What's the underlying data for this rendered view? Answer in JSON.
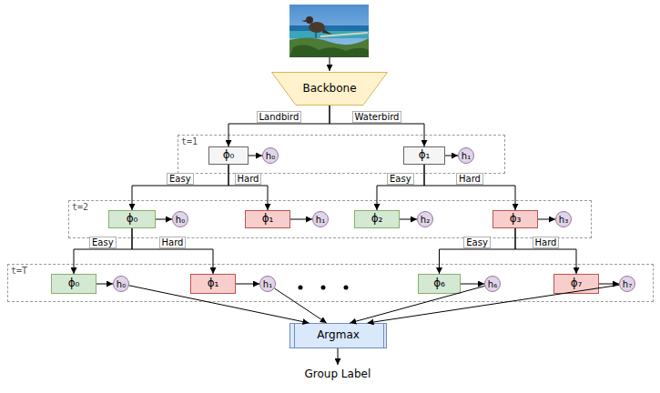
{
  "diagram": {
    "nodes": [
      {
        "text": [
          "Backbone"
        ]
      },
      {
        "text": [
          "t=1"
        ]
      },
      {
        "text": [
          "ϕ₀"
        ],
        "in": 1
      },
      {
        "text": [
          "h₀"
        ],
        "in": 1
      },
      {
        "text": [
          "ϕ₁"
        ],
        "in": 1
      },
      {
        "text": [
          "h₁"
        ],
        "in": 1
      },
      {
        "text": [
          "t=2"
        ]
      },
      {
        "text": [
          "ϕ₀"
        ],
        "in": 6
      },
      {
        "text": [
          "h₀"
        ],
        "in": 6
      },
      {
        "text": [
          "ϕ₁"
        ],
        "in": 6
      },
      {
        "text": [
          "h₁"
        ],
        "in": 6
      },
      {
        "text": [
          "ϕ₂"
        ],
        "in": 6
      },
      {
        "text": [
          "h₂"
        ],
        "in": 6
      },
      {
        "text": [
          "ϕ₃"
        ],
        "in": 6
      },
      {
        "text": [
          "h₃"
        ],
        "in": 6
      },
      {
        "text": [
          "t=T"
        ]
      },
      {
        "text": [
          "ϕ₀"
        ],
        "in": 15
      },
      {
        "text": [
          "h₀"
        ],
        "in": 15
      },
      {
        "text": [
          "ϕ₁"
        ],
        "in": 15
      },
      {
        "text": [
          "h₁"
        ],
        "in": 15
      },
      {
        "text": [
          "ϕ₆"
        ],
        "in": 15
      },
      {
        "text": [
          "h₆"
        ],
        "in": 15
      },
      {
        "text": [
          "ϕ₇"
        ],
        "in": 15
      },
      {
        "text": [
          "h₇"
        ],
        "in": 15
      },
      {
        "text": [
          "Argmax"
        ]
      }
    ],
    "edges": [
      {
        "from": 0,
        "to": 2,
        "label": "Landbird",
        "arrow": "to"
      },
      {
        "from": 0,
        "to": 4,
        "label": "Waterbird",
        "arrow": "to"
      },
      {
        "from": 2,
        "to": 3,
        "arrow": "to"
      },
      {
        "from": 4,
        "to": 5,
        "arrow": "to"
      },
      {
        "from": 2,
        "to": 7,
        "label": "Easy",
        "arrow": "to"
      },
      {
        "from": 2,
        "to": 9,
        "label": "Hard",
        "arrow": "to"
      },
      {
        "from": 4,
        "to": 11,
        "label": "Easy",
        "arrow": "to"
      },
      {
        "from": 4,
        "to": 13,
        "label": "Hard",
        "arrow": "to"
      },
      {
        "from": 7,
        "to": 8,
        "arrow": "to"
      },
      {
        "from": 9,
        "to": 10,
        "arrow": "to"
      },
      {
        "from": 11,
        "to": 12,
        "arrow": "to"
      },
      {
        "from": 13,
        "to": 14,
        "arrow": "to"
      },
      {
        "from": 7,
        "to": 16,
        "label": "Easy",
        "arrow": "to"
      },
      {
        "from": 7,
        "to": 18,
        "label": "Hard",
        "arrow": "to"
      },
      {
        "from": 13,
        "to": 20,
        "label": "Easy",
        "arrow": "to"
      },
      {
        "from": 13,
        "to": 22,
        "label": "Hard",
        "arrow": "to"
      },
      {
        "from": 16,
        "to": 17,
        "arrow": "to"
      },
      {
        "from": 18,
        "to": 19,
        "arrow": "to"
      },
      {
        "from": 20,
        "to": 21,
        "arrow": "to"
      },
      {
        "from": 22,
        "to": 23,
        "arrow": "to"
      },
      {
        "from": 17,
        "to": 24,
        "arrow": "to"
      },
      {
        "from": 19,
        "to": 24,
        "arrow": "to"
      },
      {
        "from": 21,
        "to": 24,
        "arrow": "to"
      },
      {
        "from": 23,
        "to": 24,
        "arrow": "to"
      }
    ],
    "labels": [
      "Group Label"
    ]
  }
}
